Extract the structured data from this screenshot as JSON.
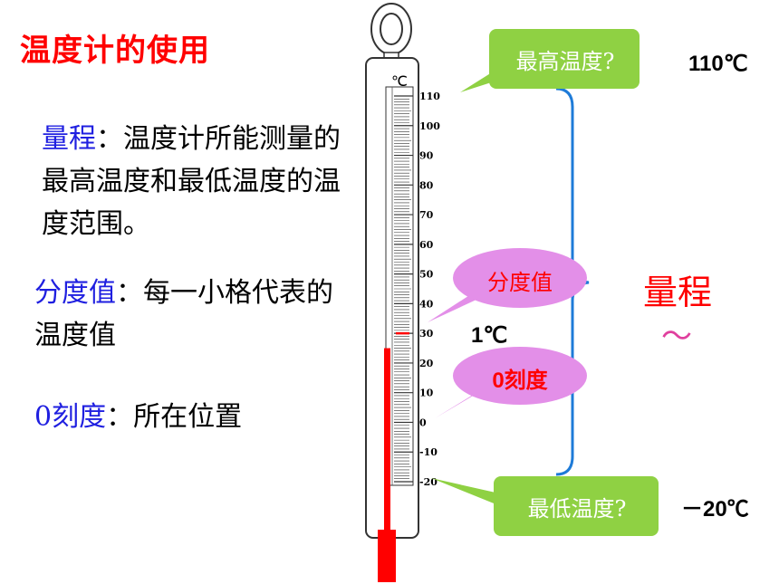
{
  "slide": {
    "title": "温度计的使用",
    "range_def": {
      "term": "量程",
      "text": "：温度计所能测量的最高温度和最低温度的温度范围。"
    },
    "division_def": {
      "term": "分度值",
      "text": "：每一小格代表的温度值"
    },
    "zero_def": {
      "term": "0刻度",
      "text": "：所在位置"
    }
  },
  "thermometer": {
    "unit": "℃",
    "scale_labels": [
      "110",
      "100",
      "90",
      "80",
      "70",
      "60",
      "50",
      "40",
      "30",
      "20",
      "10",
      "0",
      "-10",
      "-20"
    ],
    "min": -20,
    "max": 110,
    "reading": 25,
    "marker": 30,
    "tube_color": "#ff0000",
    "marker_color": "#ff0000"
  },
  "callouts": {
    "max_temp": "最高温度?",
    "min_temp": "最低温度?",
    "division": "分度值",
    "zero": "0刻度",
    "green_color": "#8fd143",
    "pink_color": "#e38fe8"
  },
  "annotations": {
    "max_value": "110℃",
    "min_value": "－20℃",
    "division_value": "1℃",
    "range_label": "量程",
    "tilde": "～",
    "brace_color": "#1e7bd8"
  }
}
